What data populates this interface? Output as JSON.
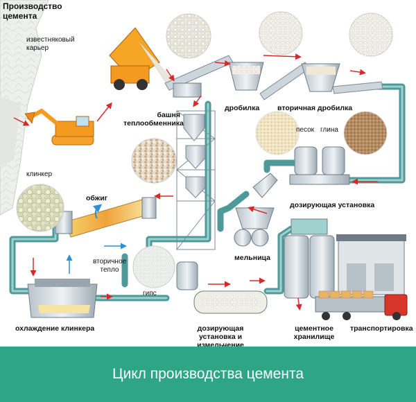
{
  "title": "Производство цемента",
  "footer": "Цикл производства цемента",
  "labels": {
    "quarry": "известняковый карьер",
    "clinker": "клинкер",
    "firing": "обжиг",
    "secondary_heat": "вторичное тепло",
    "gypsum": "гипс",
    "tower": "башня теплообменника",
    "crusher": "дробилка",
    "secondary_crusher": "вторичная дробилка",
    "sand": "песок",
    "clay": "глина",
    "dosing": "дозирующая установка",
    "mill": "мельница",
    "clinker_cooling": "охлаждение клинкера",
    "dosing_grinding": "дозирующая установка и измельчение",
    "cement_storage": "цементное хранилище",
    "transport": "транспортировка"
  }
}
